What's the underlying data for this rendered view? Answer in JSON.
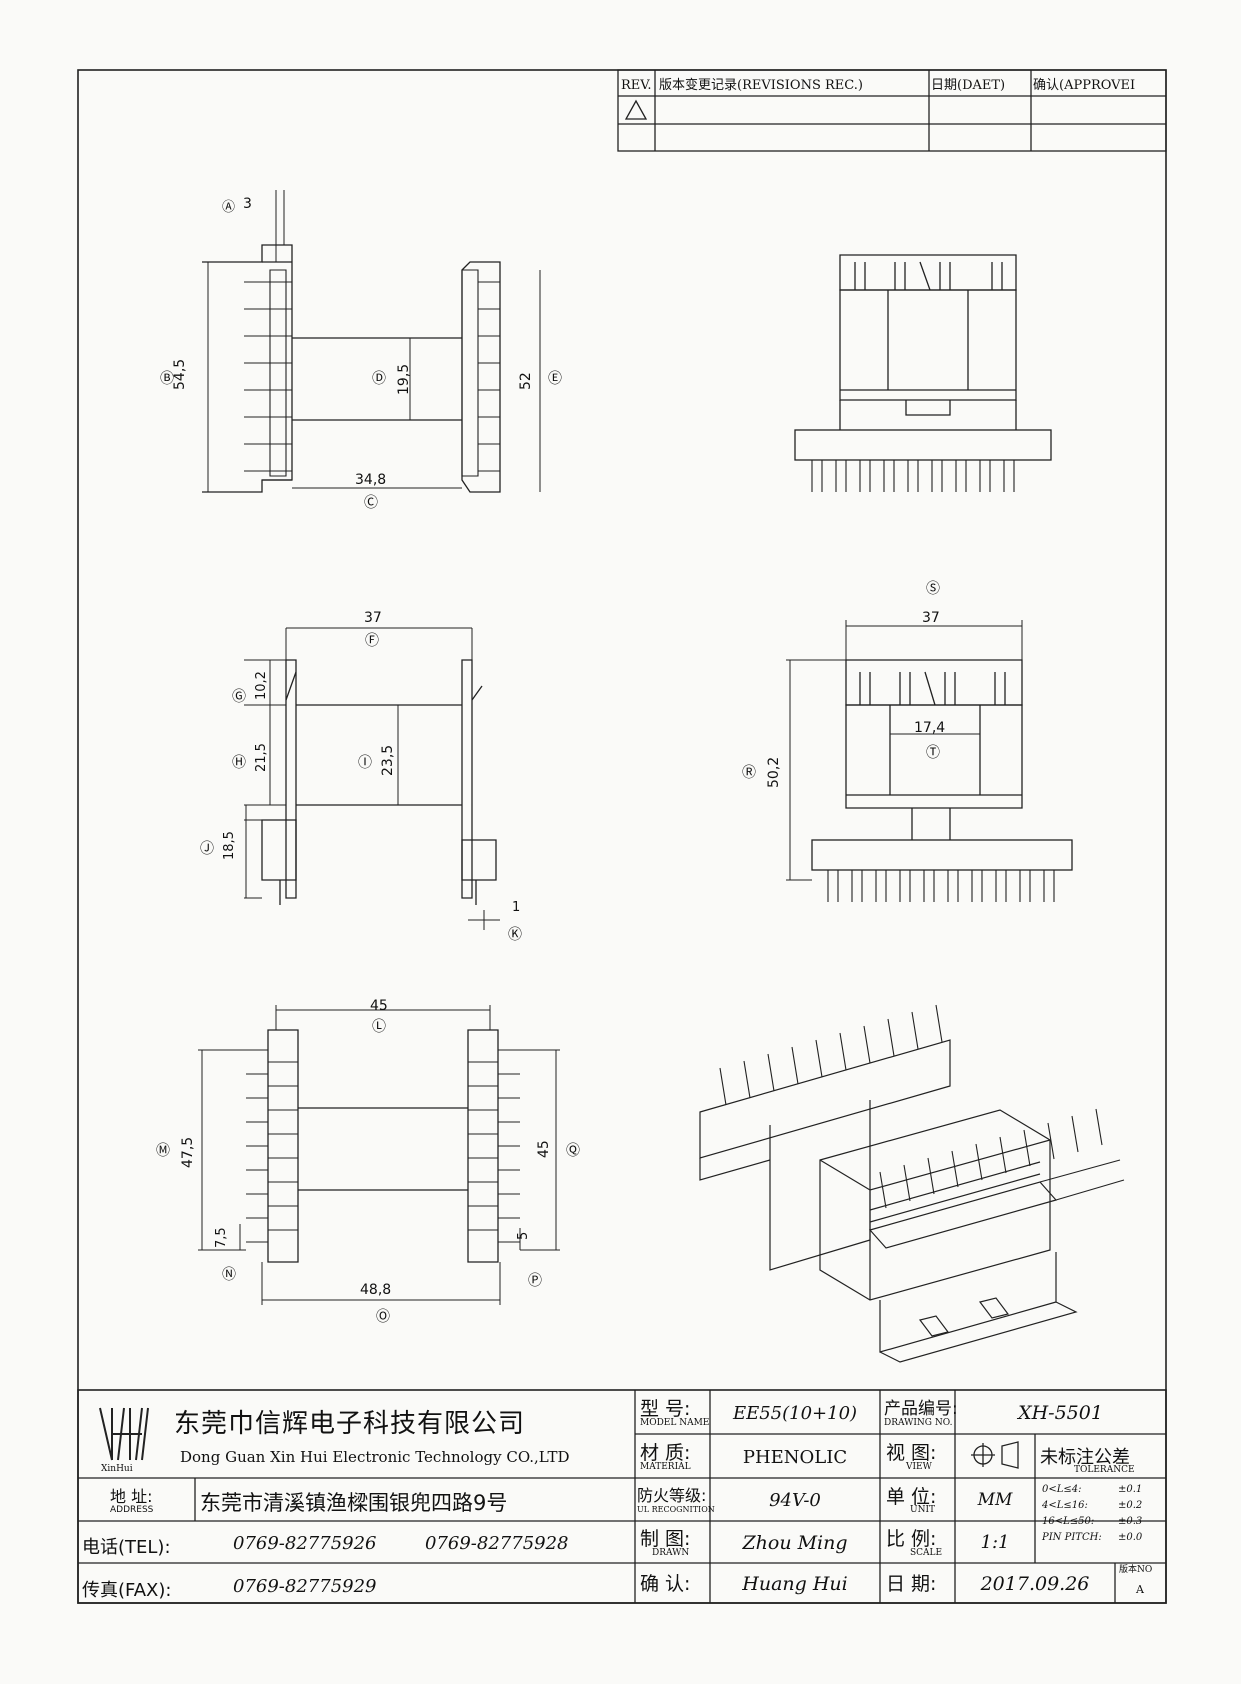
{
  "revision_table": {
    "headers": [
      "REV.",
      "版本变更记录(REVISIONS REC.)",
      "日期(DAET)",
      "确认(APPROVEI"
    ]
  },
  "dimensions": {
    "A": "3",
    "B": "54,5",
    "C": "34,8",
    "D": "19,5",
    "E": "52",
    "F": "37",
    "G": "10,2",
    "H": "21,5",
    "I": "23,5",
    "J": "18,5",
    "K": "1",
    "S": "37",
    "T": "17,4",
    "R": "50,2",
    "L": "45",
    "M": "47,5",
    "N": "7,5",
    "O": "48,8",
    "Q": "45",
    "P": "5"
  },
  "title_block": {
    "company_cn": "东莞巾信辉电子科技有限公司",
    "company_en": "Dong Guan Xin Hui Electronic Technology CO.,LTD",
    "logo_text": "XinHui",
    "address_label": "地 址:",
    "address_label_en": "ADDRESS",
    "address": "东莞市清溪镇渔樑围银兜四路9号",
    "tel_label": "电话(TEL):",
    "tel_1": "0769-82775926",
    "tel_2": "0769-82775928",
    "fax_label": "传真(FAX):",
    "fax": "0769-82775929",
    "model_label": "型 号:",
    "model_label_en": "MODEL NAME",
    "model": "EE55(10+10)",
    "material_label": "材 质:",
    "material_label_en": "MATERIAL",
    "material": "PHENOLIC",
    "ul_label": "防火等级:",
    "ul_label_en": "UL RECOGNITION",
    "ul": "94V-0",
    "drawn_label": "制 图:",
    "drawn_label_en": "DRAWN",
    "drawn": "Zhou Ming",
    "confirm_label": "确 认:",
    "confirm": "Huang Hui",
    "drawing_no_label": "产品编号:",
    "drawing_no_label_en": "DRAWING NO.",
    "drawing_no": "XH-5501",
    "view_label": "视 图:",
    "view_label_en": "VIEW",
    "tolerance_label": "未标注公差",
    "tolerance_label_en": "TOLERANCE",
    "unit_label": "单 位:",
    "unit_label_en": "UNIT",
    "unit": "MM",
    "scale_label": "比 例:",
    "scale_label_en": "SCALE",
    "scale": "1:1",
    "date_label": "日 期:",
    "date": "2017.09.26",
    "rev_label": "版本NO",
    "rev": "A",
    "tolerances": [
      {
        "range": "0<L≤4:",
        "value": "±0.1"
      },
      {
        "range": "4<L≤16:",
        "value": "±0.2"
      },
      {
        "range": "16<L≤50:",
        "value": "±0.3"
      },
      {
        "range": "PIN PITCH:",
        "value": "±0.0"
      }
    ]
  }
}
